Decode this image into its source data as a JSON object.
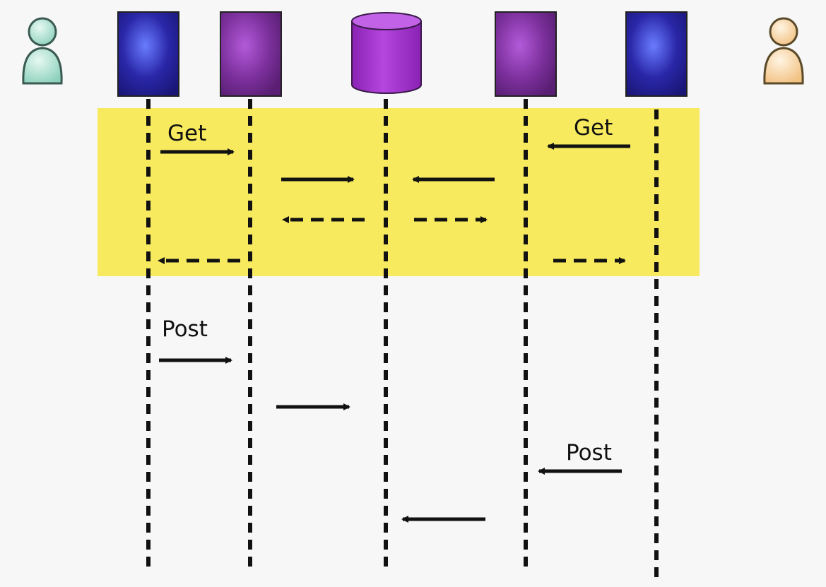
{
  "colors": {
    "background": "#f7f7f7",
    "highlight": "#f7ea5e",
    "user_left": "#9fd9c8",
    "user_right": "#f6cf94",
    "server_blue": "#2a27a8",
    "server_purple": "#7a2f9a",
    "database": "#a43cc9",
    "line": "#111111"
  },
  "participants": [
    {
      "kind": "user",
      "icon": "person-icon",
      "color": "#9fd9c8"
    },
    {
      "kind": "server",
      "icon": "blue-box-icon",
      "color": "#2a27a8"
    },
    {
      "kind": "server",
      "icon": "purple-box-icon",
      "color": "#7a2f9a"
    },
    {
      "kind": "database",
      "icon": "database-cylinder-icon",
      "color": "#a43cc9"
    },
    {
      "kind": "server",
      "icon": "purple-box-icon",
      "color": "#7a2f9a"
    },
    {
      "kind": "server",
      "icon": "blue-box-icon",
      "color": "#2a27a8"
    },
    {
      "kind": "user",
      "icon": "person-icon",
      "color": "#f6cf94"
    }
  ],
  "labels": {
    "get_left": "Get",
    "get_right": "Get",
    "post_left": "Post",
    "post_right": "Post"
  }
}
